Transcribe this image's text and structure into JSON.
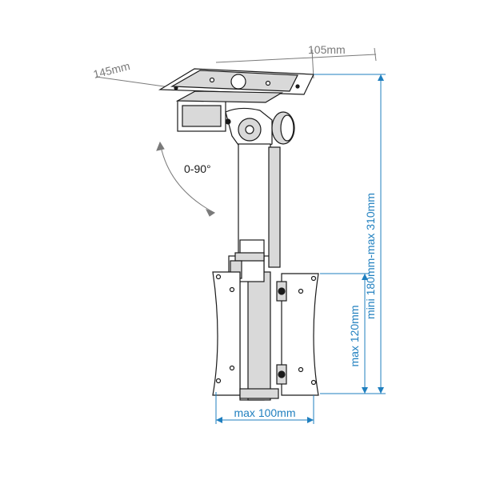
{
  "dimensions": {
    "top_depth": "145mm",
    "top_width": "105mm",
    "tilt_range": "0-90°",
    "height_range": "mini 180mm-max 310mm",
    "vesa_height": "max 120mm",
    "vesa_width": "max 100mm"
  },
  "colors": {
    "dimension_blue": "#1f7fbf",
    "dimension_gray": "#7a7a7a",
    "line_black": "#1a1a1a",
    "fill_gray": "#d9d9d9"
  }
}
